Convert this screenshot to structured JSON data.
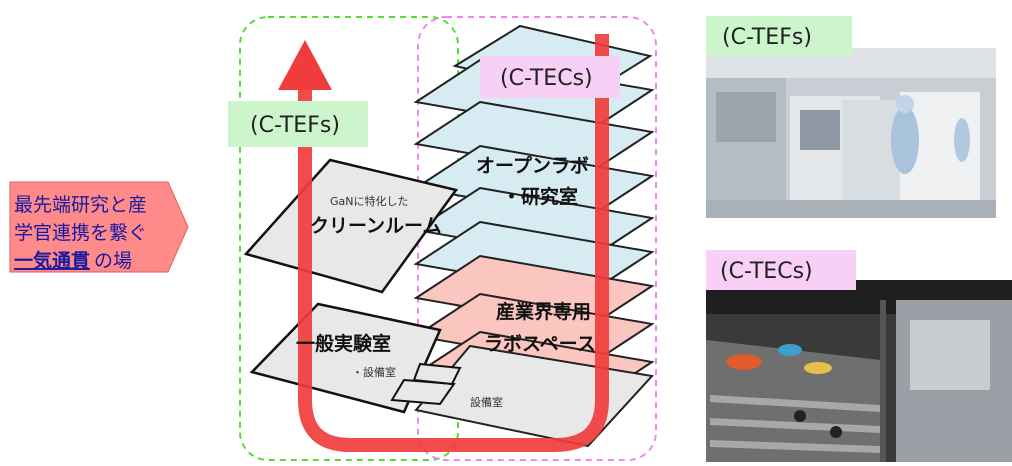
{
  "left_callout": {
    "lines": [
      "最先端研究と産",
      "学官連携を繋ぐ",
      "一気通貫",
      "の場"
    ],
    "fill": "#ff8a8a",
    "underline_color": "#1a1aa0"
  },
  "diagram": {
    "tefs_label": "(C-TEFs)",
    "tecs_label": "(C-TECs)",
    "floor_labels": {
      "gan_small": "GaNに特化した",
      "cleanroom": "クリーンルーム",
      "general_lab": "一般実験室",
      "equipment_small_1": "・設備室",
      "equipment_small_2": "設備室",
      "open_lab_1": "オープンラボ",
      "open_lab_2": "・研究室",
      "industry_1": "産業界専用",
      "industry_2": "ラボスペース"
    },
    "colors": {
      "arrow": "#f03c3c",
      "green_dashed": "#55dd33",
      "pink_dashed": "#ee88ee",
      "floor_gray": "#e8e8e8",
      "floor_blue": "#d7ecf2",
      "floor_pink": "#fbc5c0"
    }
  },
  "photos": {
    "top_tag": "(C-TEFs)",
    "bottom_tag": "(C-TECs)",
    "top_alt": "cleanroom photo",
    "bottom_alt": "atrium photo"
  }
}
